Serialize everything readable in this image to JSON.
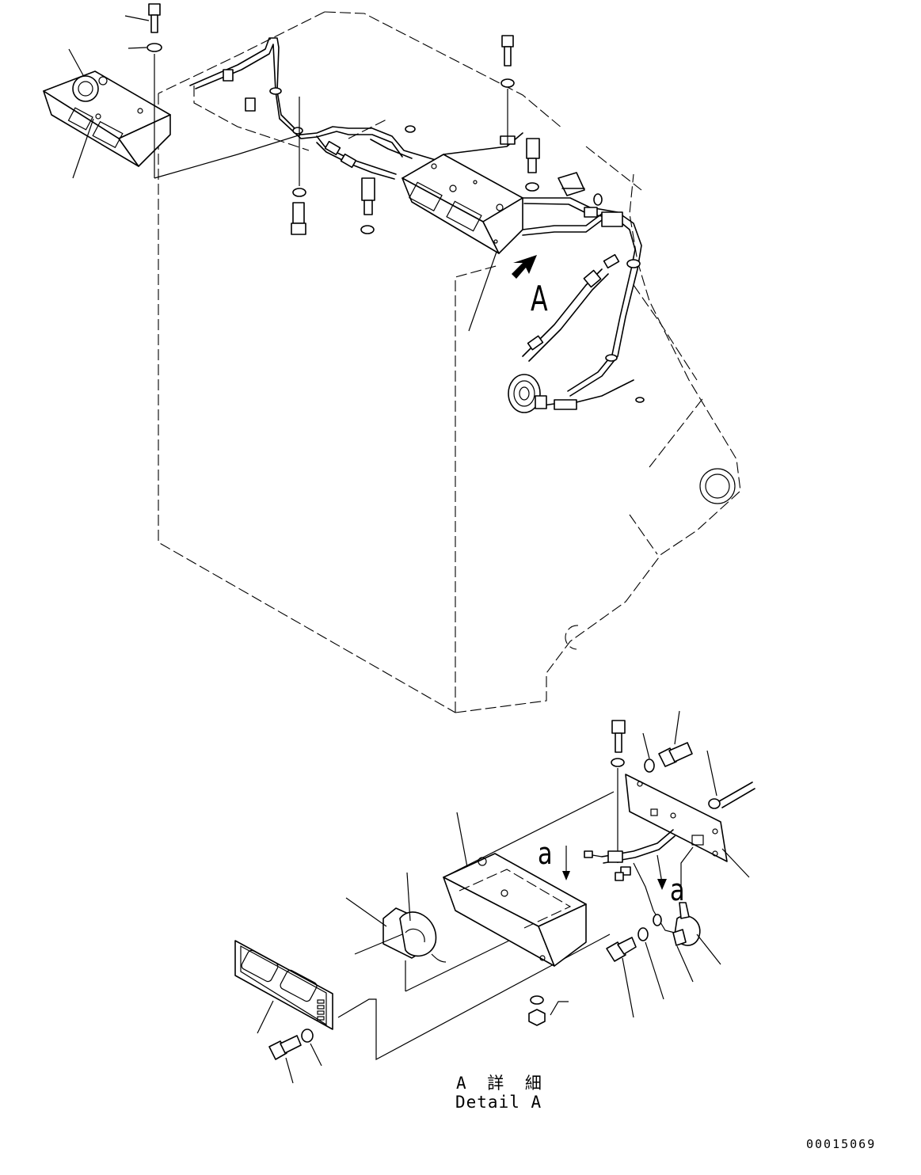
{
  "labels": {
    "view_arrow": "A",
    "section_arrow_1": "a",
    "section_arrow_2": "a",
    "detail_title_jp": "A 詳 細",
    "detail_title_en": "Detail A",
    "drawing_number": "00015069"
  }
}
